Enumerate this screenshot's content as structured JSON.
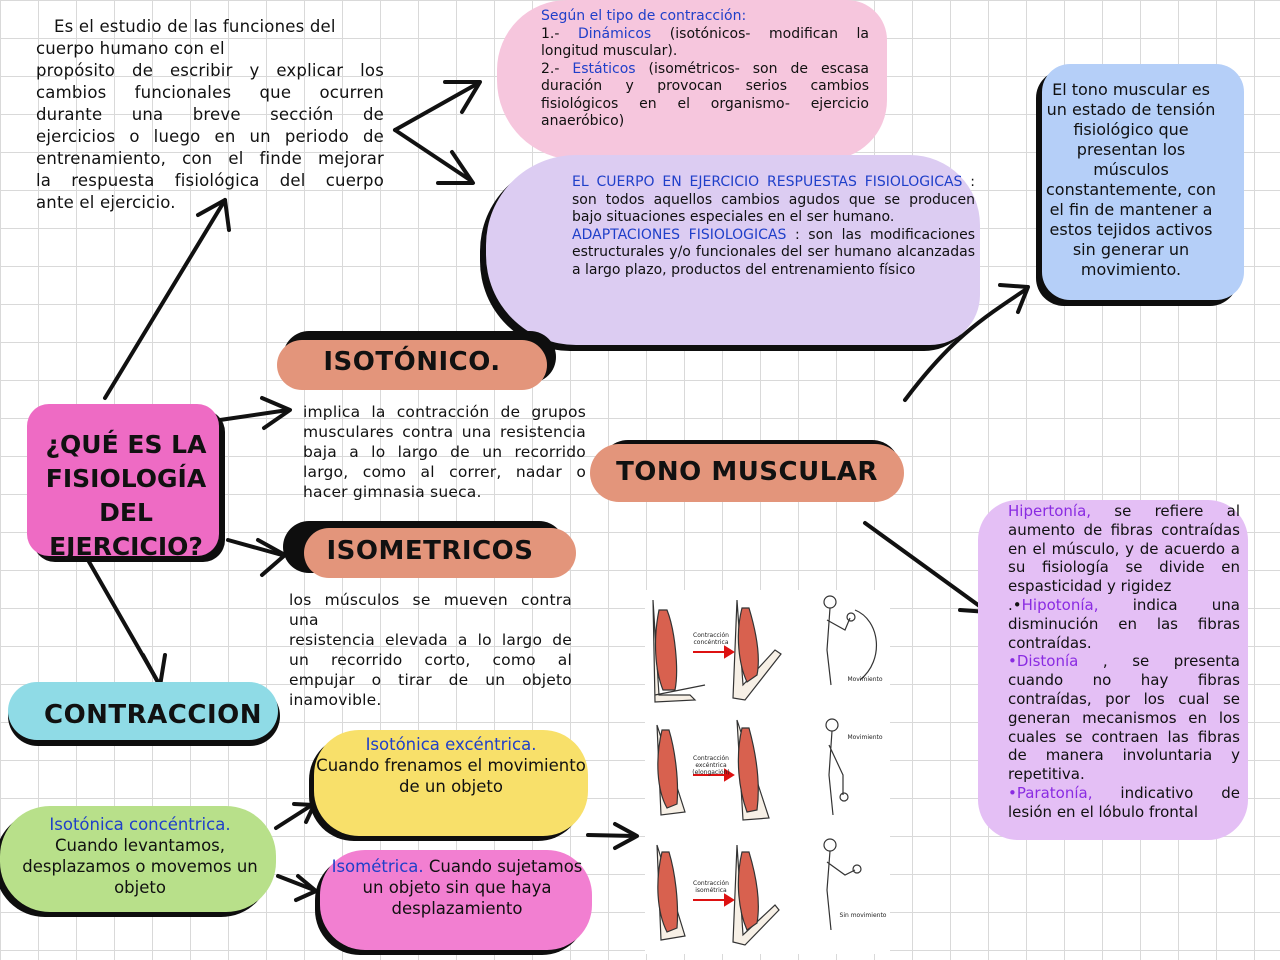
{
  "intro": {
    "lines": [
      "Es el estudio de las funciones del",
      "cuerpo humano con el",
      "propósito de escribir y explicar los",
      "cambios funcionales que ocurren",
      "durante una breve sección de",
      "ejercicios o luego en un periodo de",
      "entrenamiento, con el finde mejorar",
      "la respuesta fisiológica del cuerpo",
      "ante el ejercicio."
    ]
  },
  "contraction_types": {
    "heading": "Según el tipo de contracción:",
    "item1_prefix": "1.- ",
    "item1_term": "Dinámicos",
    "item1_rest": " (isotónicos- modifican la longitud muscular).",
    "item2_prefix": "2.- ",
    "item2_term": "Estáticos",
    "item2_rest": " (isométricos- son de escasa duración y provocan serios cambios fisiológicos en el organismo- ejercicio anaeróbico)"
  },
  "responses": {
    "term1": "EL CUERPO EN EJERCICIO RESPUESTAS FISIOLOGICAS",
    "text1": " : son todos aquellos cambios agudos que se producen bajo situaciones especiales en el ser humano.",
    "term2": "ADAPTACIONES FISIOLOGICAS",
    "text2": " : son las modificaciones estructurales y/o funcionales del ser humano alcanzadas a largo plazo, productos del entrenamiento físico"
  },
  "tono_def": "El tono muscular es un estado de tensión fisiológico que presentan los músculos constantemente, con el fin de mantener a estos tejidos activos sin generar un movimiento.",
  "central_question": "¿QUÉ ES LA FISIOLOGÍA DEL EJERCICIO?",
  "isotonico": {
    "title": "ISOTÓNICO.",
    "desc": "implica la contracción de grupos musculares contra una resistencia baja a lo largo de un recorrido largo, como al correr, nadar o hacer gimnasia sueca."
  },
  "isometricos": {
    "title": "ISOMETRICOS",
    "desc_line1": "los músculos se mueven contra una",
    "desc_rest": "resistencia elevada a lo largo de un recorrido corto, como al empujar o tirar de un objeto inamovible."
  },
  "tono_title": "TONO MUSCULAR",
  "contraccion_title": "CONTRACCION",
  "tone_disorders": {
    "t1": "Hipertonía,",
    "d1": " se refiere al aumento de fibras contraídas en el músculo, y de acuerdo a su fisiología se divide en espasticidad y rigidez",
    "b2": ".•",
    "t2": "Hipotonía,",
    "d2": " indica una disminución en las fibras contraídas.",
    "b3": "•",
    "t3": "Distonía",
    "d3": " , se presenta cuando no hay fibras contraídas, por los cual se generan mecanismos en los cuales se contraen las fibras de manera involuntaria y repetitiva.",
    "b4": "•",
    "t4": "Paratonía,",
    "d4": " indicativo de lesión en el lóbulo frontal"
  },
  "excentrica": {
    "term": "Isotónica excéntrica.",
    "rest": "Cuando frenamos el movimiento de un objeto"
  },
  "concentrica": {
    "term": "Isotónica concéntrica.",
    "rest": "Cuando levantamos, desplazamos o movemos un objeto"
  },
  "isometrica": {
    "term": "Isométrica.",
    "rest": " Cuando sujetamos un objeto sin que haya desplazamiento"
  },
  "illustration": {
    "label_concentric": "Contracción concéntrica",
    "label_eccentric": "Contracción excéntrica (elongación)",
    "label_isometric": "Contracción isométrica",
    "movement1": "Movimiento",
    "movement2": "Movimiento",
    "no_movement": "Sin movimiento"
  },
  "colors": {
    "pink_bubble": "#f6c6dd",
    "lilac_bubble": "#dcccf2",
    "blue_bubble": "#b5cff8",
    "question_box": "#ee6bc4",
    "salmon_title": "#e3957b",
    "cyan_title": "#8fdbe6",
    "hyper_box": "#e4bff5",
    "yellow": "#f8e06a",
    "green": "#b8e08a",
    "magenta": "#f27fd1",
    "blue_text": "#1f3fc9",
    "purple_text": "#8a2be2"
  }
}
